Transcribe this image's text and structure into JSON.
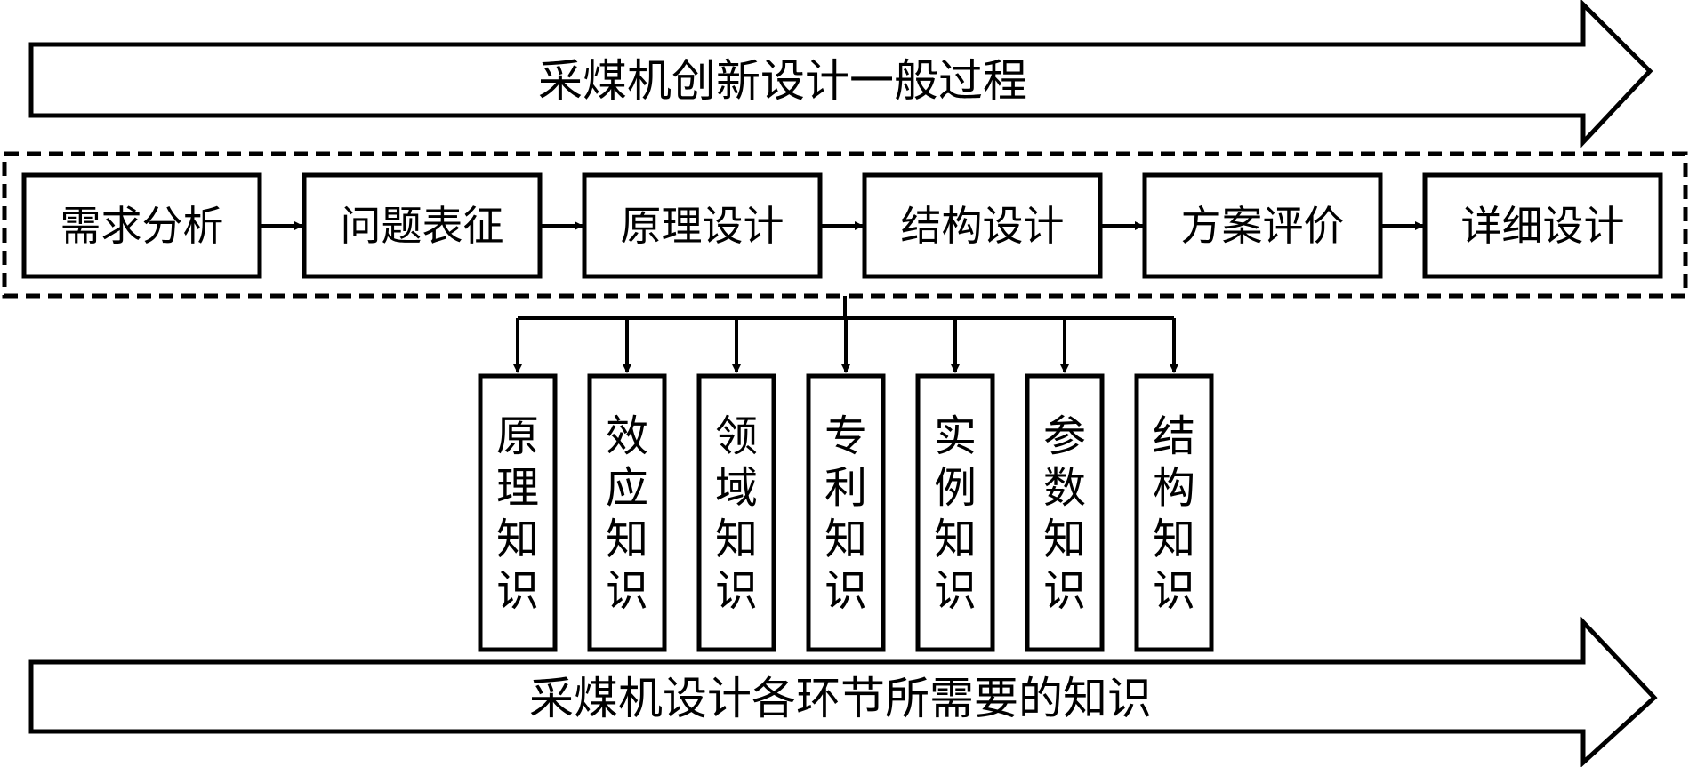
{
  "top_arrow": {
    "label": "采煤机创新设计一般过程"
  },
  "steps": [
    {
      "label": "需求分析"
    },
    {
      "label": "问题表征"
    },
    {
      "label": "原理设计"
    },
    {
      "label": "结构设计"
    },
    {
      "label": "方案评价"
    },
    {
      "label": "详细设计"
    }
  ],
  "knowledge": [
    {
      "label": "原理知识"
    },
    {
      "label": "效应知识"
    },
    {
      "label": "领域知识"
    },
    {
      "label": "专利知识"
    },
    {
      "label": "实例知识"
    },
    {
      "label": "参数知识"
    },
    {
      "label": "结构知识"
    }
  ],
  "bottom_arrow": {
    "label": "采煤机设计各环节所需要的知识"
  }
}
